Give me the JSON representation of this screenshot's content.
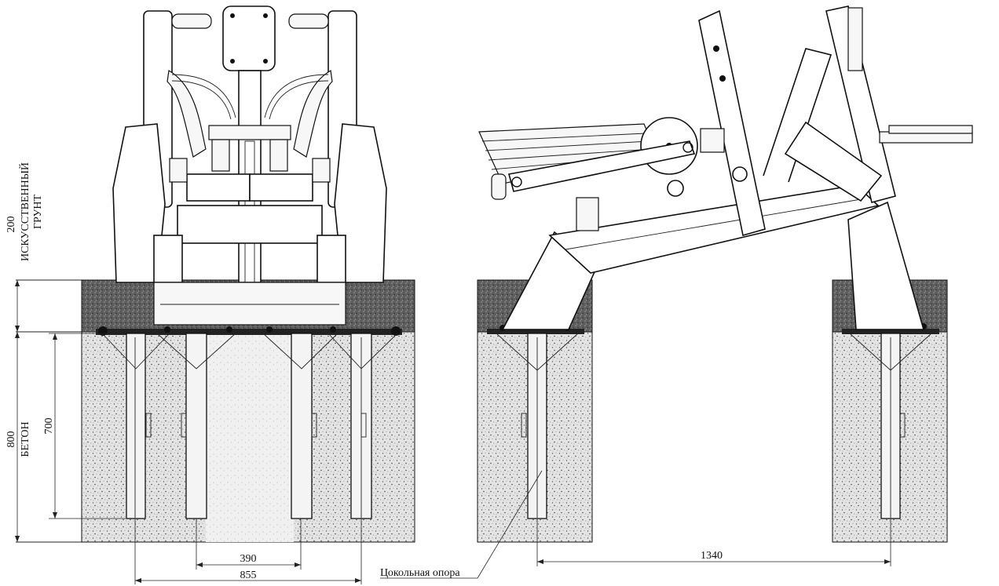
{
  "labels": {
    "soil_dim": "200",
    "soil_name_line1": "ИСКУССТВЕННЫЙ",
    "soil_name_line2": "ГРУНТ",
    "concrete_dim": "800",
    "concrete_name": "БЕТОН",
    "post_depth_dim": "700",
    "inner_width_dim": "390",
    "outer_width_dim": "855",
    "side_span_dim": "1340",
    "base_support": "Цокольная опора"
  },
  "colors": {
    "soil_fill": "#5a5a5a",
    "concrete_fill": "#e2e2e2",
    "line": "#111111",
    "background": "#ffffff"
  }
}
